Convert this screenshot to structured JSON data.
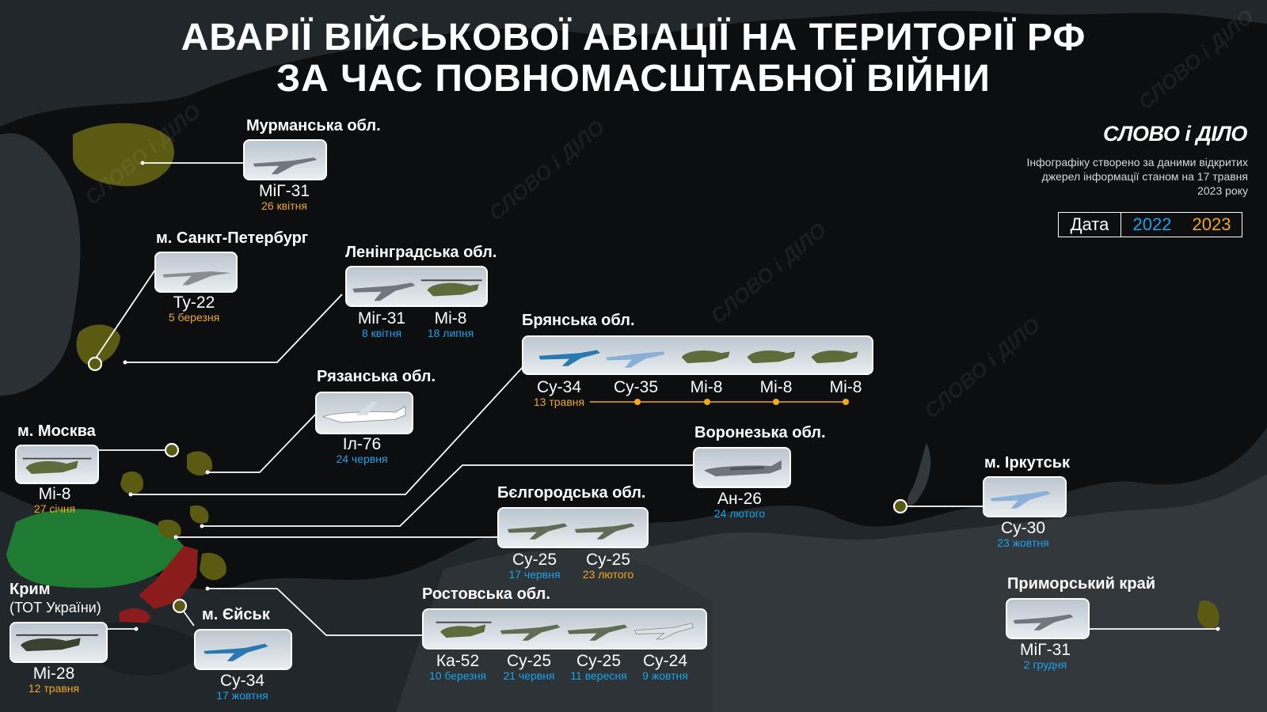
{
  "title": {
    "line1": "АВАРІЇ ВІЙСЬКОВОЇ АВІАЦІЇ НА ТЕРИТОРІЇ РФ",
    "line2": "ЗА ЧАС ПОВНОМАСШТАБНОЇ ВІЙНИ"
  },
  "brand": {
    "logo_text": "СЛОВО і ДІЛО",
    "source_note": "Інфографіку створено за даними відкритих джерел інформації станом на 17 травня 2023 року"
  },
  "legend": {
    "label": "Дата",
    "year_a": "2022",
    "year_b": "2023"
  },
  "colors": {
    "year_2022": "#1aa3e8",
    "year_2023": "#f0a91a",
    "ukraine": "#1f7a32",
    "occupied": "#8a1c1c",
    "region_mark": "#5a5a12"
  },
  "regions": [
    {
      "name": "Мурманська обл.",
      "entries": [
        {
          "aircraft": "МіГ-31",
          "date": "26 квітня",
          "year": "2023"
        }
      ]
    },
    {
      "name": "м. Санкт-Петербург",
      "entries": [
        {
          "aircraft": "Ту-22",
          "date": "5 березня",
          "year": "2023"
        }
      ]
    },
    {
      "name": "Ленінградська обл.",
      "entries": [
        {
          "aircraft": "Міг-31",
          "date": "8 квітня",
          "year": "2022"
        },
        {
          "aircraft": "Мі-8",
          "date": "18 липня",
          "year": "2022"
        }
      ]
    },
    {
      "name": "Брянська обл.",
      "entries": [
        {
          "aircraft": "Су-34",
          "date": "13 травня",
          "year": "2023"
        },
        {
          "aircraft": "Су-35",
          "date": "",
          "year": "2023"
        },
        {
          "aircraft": "Мі-8",
          "date": "",
          "year": "2023"
        },
        {
          "aircraft": "Мі-8",
          "date": "",
          "year": "2023"
        },
        {
          "aircraft": "Мі-8",
          "date": "",
          "year": "2023"
        }
      ]
    },
    {
      "name": "Рязанська обл.",
      "entries": [
        {
          "aircraft": "Іл-76",
          "date": "24 червня",
          "year": "2022"
        }
      ]
    },
    {
      "name": "м. Москва",
      "entries": [
        {
          "aircraft": "Мі-8",
          "date": "27 січня",
          "year": "2023"
        }
      ]
    },
    {
      "name": "Воронезька обл.",
      "entries": [
        {
          "aircraft": "Ан-26",
          "date": "24 лютого",
          "year": "2022"
        }
      ]
    },
    {
      "name": "Бєлгородська обл.",
      "entries": [
        {
          "aircraft": "Су-25",
          "date": "17 червня",
          "year": "2022"
        },
        {
          "aircraft": "Су-25",
          "date": "23 лютого",
          "year": "2023"
        }
      ]
    },
    {
      "name": "м. Іркутськ",
      "entries": [
        {
          "aircraft": "Су-30",
          "date": "23 жовтня",
          "year": "2022"
        }
      ]
    },
    {
      "name": "Приморський край",
      "entries": [
        {
          "aircraft": "МіГ-31",
          "date": "2 грудня",
          "year": "2022"
        }
      ]
    },
    {
      "name": "Ростовська обл.",
      "entries": [
        {
          "aircraft": "Ка-52",
          "date": "10 березня",
          "year": "2022"
        },
        {
          "aircraft": "Су-25",
          "date": "21 червня",
          "year": "2022"
        },
        {
          "aircraft": "Су-25",
          "date": "11 вересня",
          "year": "2022"
        },
        {
          "aircraft": "Су-24",
          "date": "9 жовтня",
          "year": "2022"
        }
      ]
    },
    {
      "name": "Крим",
      "subtitle": "(ТОТ України)",
      "entries": [
        {
          "aircraft": "Мі-28",
          "date": "12 травня",
          "year": "2023"
        }
      ]
    },
    {
      "name": "м. Єйськ",
      "entries": [
        {
          "aircraft": "Су-34",
          "date": "17 жовтня",
          "year": "2022"
        }
      ]
    }
  ]
}
